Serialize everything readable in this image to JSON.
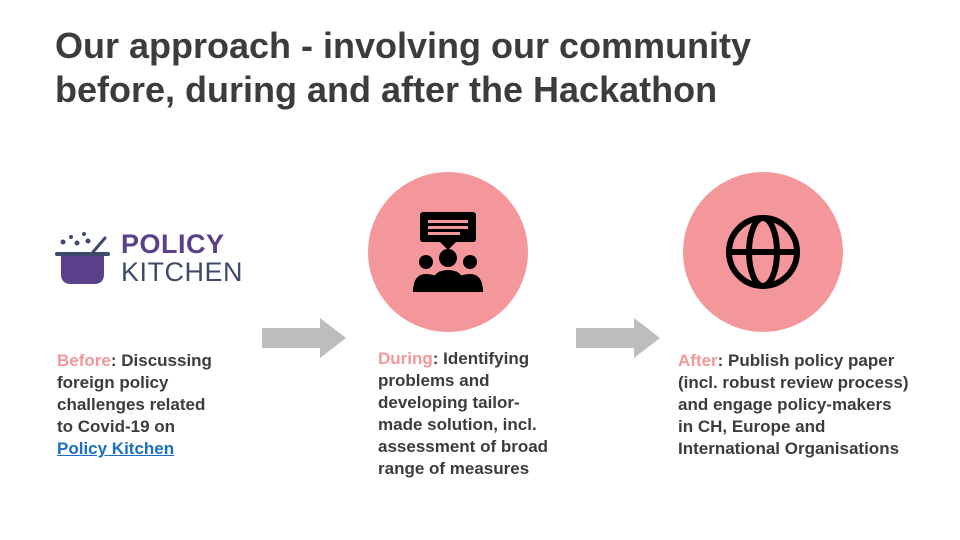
{
  "title": {
    "line1": "Our approach - involving our community",
    "line2": "before, during and after the Hackathon"
  },
  "logo": {
    "word1": "POLICY",
    "word2": "KITCHEN"
  },
  "steps": [
    {
      "lead": "Before",
      "text_lines": [
        ": Discussing",
        "foreign policy",
        "challenges related",
        "to Covid-19 on"
      ],
      "link": "Policy Kitchen"
    },
    {
      "lead": "During",
      "text_lines": [
        ": Identifying",
        "problems and",
        "developing tailor-",
        "made solution, incl.",
        "assessment of broad",
        "range of measures"
      ]
    },
    {
      "lead": "After",
      "text_lines": [
        ": Publish policy paper",
        "(incl. robust review process)",
        "and engage policy-makers",
        "in CH, Europe and",
        "International Organisations"
      ]
    }
  ],
  "icons": {
    "during": "chat-group-icon",
    "after": "globe-icon"
  },
  "colors": {
    "accent": "#f4979a",
    "text": "#3c3c3c",
    "arrow": "#bdbdbd",
    "link": "#1a6fc4",
    "logo_purple": "#5b3f8a"
  }
}
